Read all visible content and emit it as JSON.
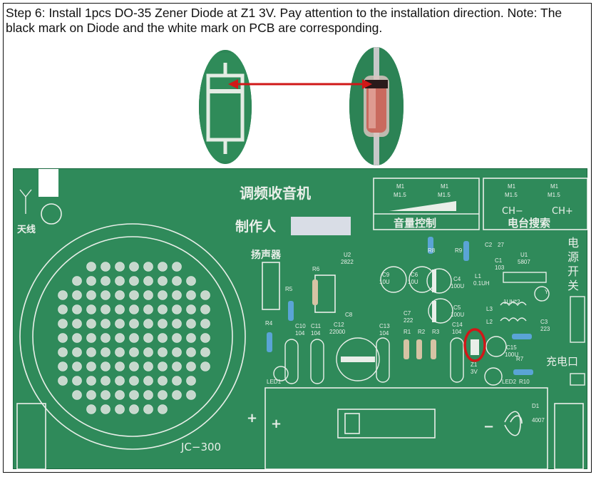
{
  "instruction": {
    "text": "Step 6: Install 1pcs DO-35 Zener Diode at Z1 3V. Pay attention to the installation direction. Note: The black mark on Diode and the white mark on PCB are corresponding."
  },
  "pcb_labels": {
    "title_cn": "调频收音机",
    "maker_cn": "制作人",
    "speaker_cn": "扬声器",
    "tianxian": "天线",
    "volume_cn": "音量控制",
    "station_cn": "电台搜索",
    "ch_minus": "CH−",
    "ch_plus": "CH+",
    "power_v": [
      "电",
      "源",
      "开",
      "关"
    ],
    "charge_cn": "充电口",
    "model": "JC−300",
    "m1": "M1",
    "m15": "M1.5",
    "plus": "+",
    "minus": "−",
    "d1": "D1",
    "d1_val": "4007",
    "u1": "U1",
    "u1_val": "5807",
    "u2": "U2",
    "u2_val": "2822",
    "c9": "C9",
    "c9_val": "10U",
    "c6": "C6",
    "c6_val": "10U",
    "c4": "C4",
    "c4_val": "100U",
    "c5": "C5",
    "c5_val": "100U",
    "c7": "C7",
    "c7_val": "222",
    "c8": "C8",
    "c12": "C12",
    "c12_val": "22000",
    "c10": "C10",
    "c10_val": "104",
    "c11": "C11",
    "c11_val": "104",
    "c13": "C13",
    "c13_val": "104",
    "c14": "C14",
    "c14_val": "104",
    "c15": "C15",
    "c15_val": "100U",
    "c1": "C1",
    "c1_val": "103",
    "c2": "C2",
    "c2_val": "27",
    "c3": "C3",
    "c3_val": "223",
    "l1": "L1",
    "l1_val": "0.1UH",
    "l2": "L2",
    "l3": "L3",
    "l3_val": "1UH*2",
    "r1": "R1",
    "r2": "R2",
    "r3": "R3",
    "r4": "R4",
    "r5": "R5",
    "r6": "R6",
    "r7": "R7",
    "r8": "R8",
    "r9": "R9",
    "r10": "R10",
    "z1": "Z1",
    "z1_val": "3V",
    "led1": "LED1",
    "led2": "LED2",
    "y": "Y"
  },
  "colors": {
    "pcb_green": "#2f8a5a",
    "silk": "#e9efe9",
    "highlight_red": "#d01818",
    "arrow_red": "#d01818"
  }
}
